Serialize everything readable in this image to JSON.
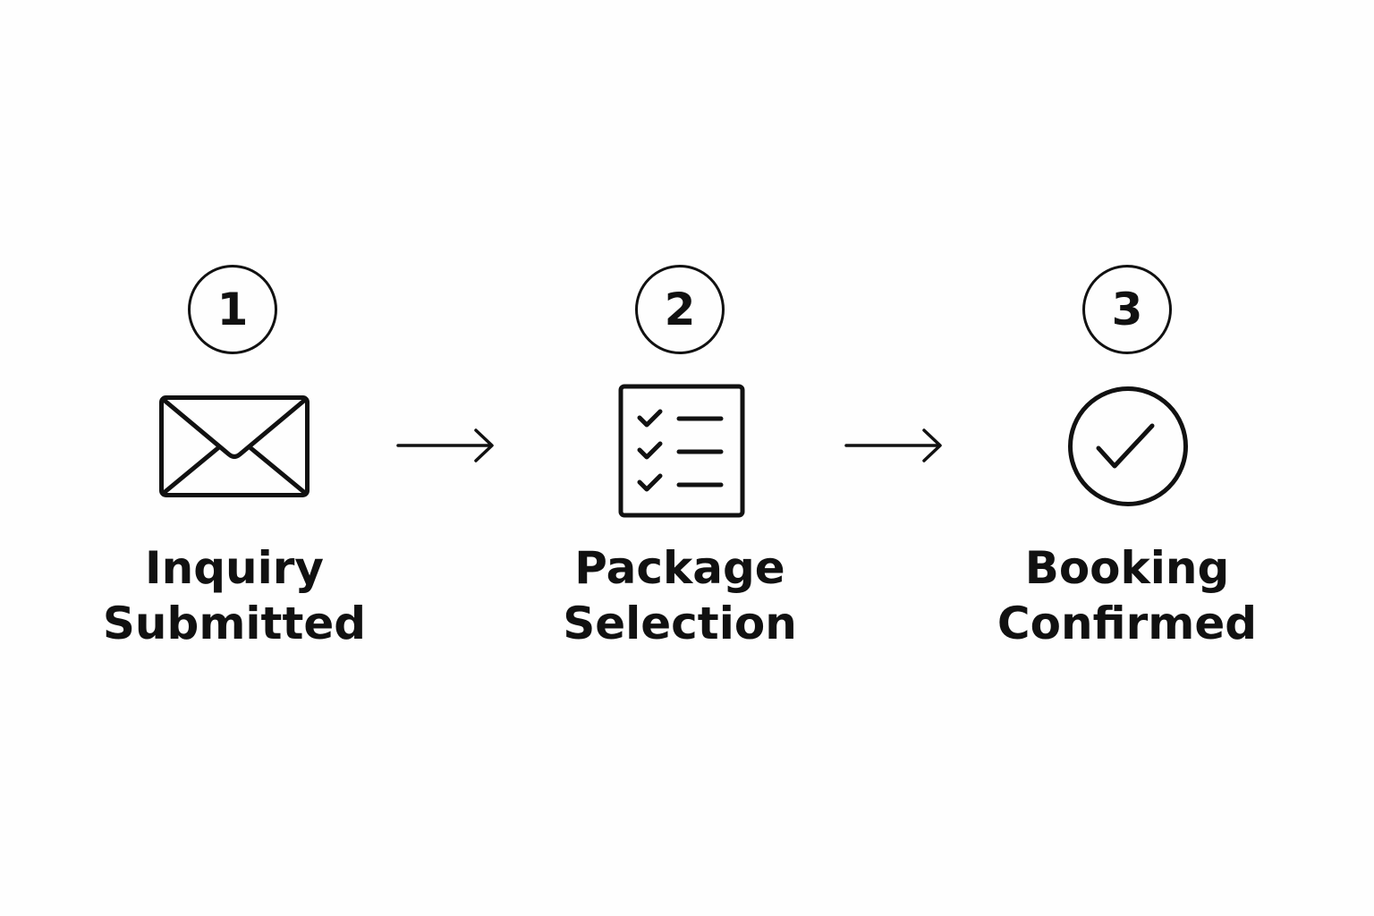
{
  "steps": [
    {
      "number": "1",
      "icon": "envelope-icon",
      "label_lines": [
        "Inquiry",
        "Submitted"
      ]
    },
    {
      "number": "2",
      "icon": "checklist-icon",
      "label_lines": [
        "Package",
        "Selection"
      ]
    },
    {
      "number": "3",
      "icon": "check-circle-icon",
      "label_lines": [
        "Booking",
        "Confirmed"
      ]
    }
  ],
  "connectors": [
    {
      "from": "1",
      "to": "2",
      "icon": "arrow-right-icon"
    },
    {
      "from": "2",
      "to": "3",
      "icon": "arrow-right-icon"
    }
  ],
  "colors": {
    "stroke": "#111111",
    "background": "#fefefe"
  }
}
